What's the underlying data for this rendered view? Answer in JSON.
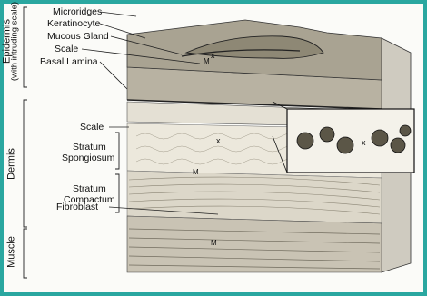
{
  "figure": {
    "border_color": "#2aa7a0",
    "labels": {
      "microridges": "Microridges",
      "keratinocyte": "Keratinocyte",
      "mucous_gland": "Mucous Gland",
      "scale_upper": "Scale",
      "basal_lamina": "Basal Lamina",
      "scale_dermis": "Scale",
      "stratum_spongiosum_1": "Stratum",
      "stratum_spongiosum_2": "Spongiosum",
      "stratum_compactum_1": "Stratum",
      "stratum_compactum_2": "Compactum",
      "fibroblast": "Fibroblast"
    },
    "regions": {
      "epidermis": "Epidermis",
      "epidermis_note": "(with intruding scale)",
      "dermis": "Dermis",
      "muscle": "Muscle"
    },
    "marks": {
      "x1": "x",
      "x2": "x",
      "x3": "x",
      "m1": "M",
      "m2": "M",
      "m3": "M"
    }
  }
}
